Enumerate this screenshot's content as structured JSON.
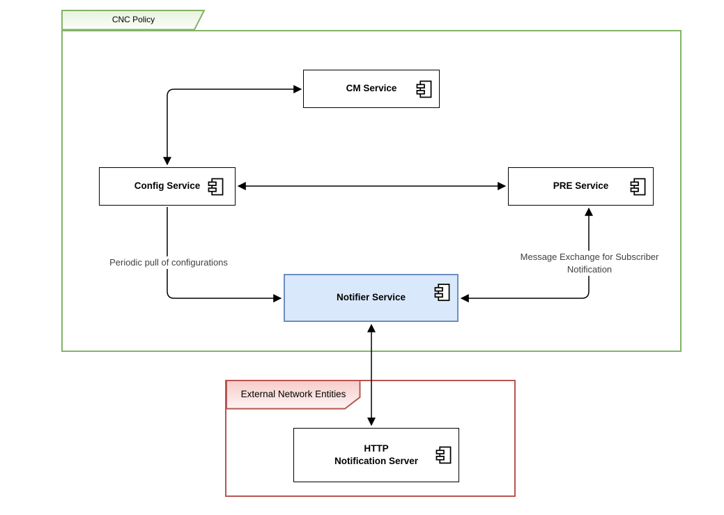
{
  "diagram": {
    "kind": "uml-component-diagram",
    "groups": {
      "cnc_policy": {
        "label": "CNC Policy",
        "border_color": "#82b366",
        "tab_fill": "#e8f2df",
        "fill": "#ffffff"
      },
      "external_network": {
        "label": "External Network Entities",
        "border_color": "#b85450",
        "tab_fill": "#f8cecc",
        "fill": "#ffffff"
      }
    },
    "nodes": {
      "cm": {
        "label": "CM Service",
        "fill": "#ffffff",
        "border_color": "#000000",
        "group": "cnc_policy"
      },
      "config": {
        "label": "Config Service",
        "fill": "#ffffff",
        "border_color": "#000000",
        "group": "cnc_policy"
      },
      "pre": {
        "label": "PRE Service",
        "fill": "#ffffff",
        "border_color": "#000000",
        "group": "cnc_policy"
      },
      "notifier": {
        "label": "Notifier Service",
        "fill": "#dae8fc",
        "border_color": "#6c8ebf",
        "group": "cnc_policy"
      },
      "http": {
        "label": "HTTP\nNotification Server",
        "fill": "#ffffff",
        "border_color": "#000000",
        "group": "external_network"
      }
    },
    "edges": {
      "config_cm": {
        "from": "Config Service",
        "to": "CM Service",
        "direction": "bidirectional",
        "label": ""
      },
      "config_pre": {
        "from": "Config Service",
        "to": "PRE Service",
        "direction": "bidirectional",
        "label": ""
      },
      "config_notifier": {
        "from": "Config Service",
        "to": "Notifier Service",
        "direction": "one-way",
        "label": "Periodic pull of configurations"
      },
      "pre_notifier": {
        "from": "PRE Service",
        "to": "Notifier Service",
        "direction": "bidirectional",
        "label": "Message Exchange for Subscriber\nNotification"
      },
      "notifier_http": {
        "from": "Notifier Service",
        "to": "HTTP Notification Server",
        "direction": "bidirectional",
        "label": ""
      }
    },
    "arrow_color": "#000000"
  }
}
